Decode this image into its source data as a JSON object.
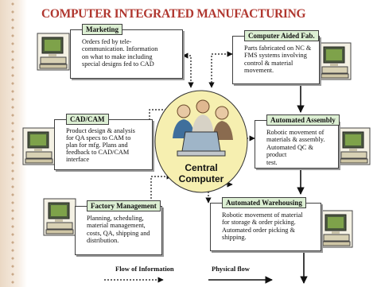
{
  "title": "COMPUTER INTEGRATED MANUFACTURING",
  "central": {
    "line1": "Central",
    "line2": "Computer"
  },
  "boxes": {
    "marketing": {
      "heading": "Marketing",
      "lines": [
        "Orders fed by tele-",
        "communication. Information",
        "on what to make including",
        "special designs fed to CAD"
      ]
    },
    "caf": {
      "heading": "Computer Aided Fab.",
      "lines": [
        "Parts fabricated on NC &",
        "FMS systems involving",
        "control & material",
        "movement."
      ]
    },
    "cadcam": {
      "heading": "CAD/CAM",
      "lines": [
        "Product design & analysis",
        "for QA specs to CAM to",
        "plan for mfg. Plans and",
        "feedback to CAD/CAM",
        "interface"
      ]
    },
    "assembly": {
      "heading": "Automated Assembly",
      "lines": [
        "Robotic movement of",
        "materials & assembly.",
        "Automated QC & product",
        "test."
      ]
    },
    "factory": {
      "heading": "Factory Management",
      "lines": [
        "Planning, scheduling,",
        "material management,",
        "costs, QA, shipping and",
        "distribution."
      ]
    },
    "warehousing": {
      "heading": "Automated Warehousing",
      "lines": [
        "Robotic movement of material",
        "for storage & order picking.",
        "Automated order picking &",
        "shipping."
      ]
    }
  },
  "legend": {
    "info": "Flow of Information",
    "physical": "Physical flow"
  }
}
